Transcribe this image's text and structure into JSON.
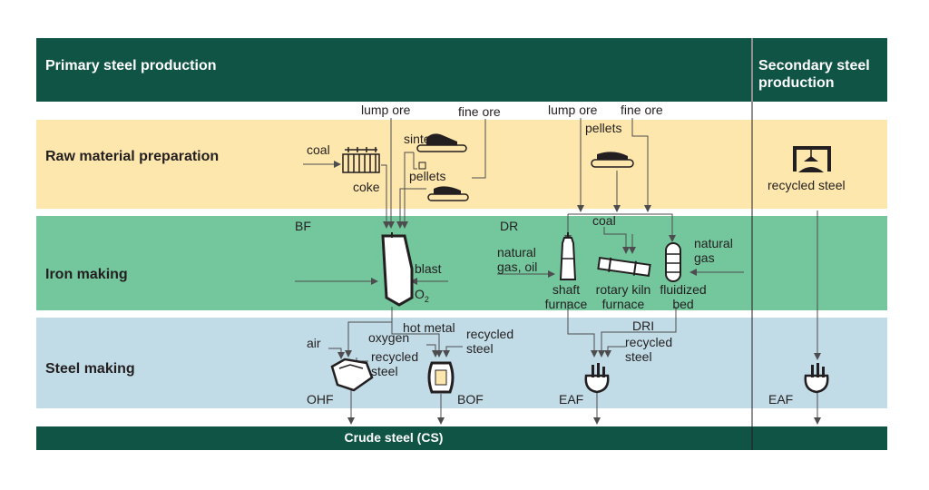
{
  "header": {
    "primary": "Primary steel production",
    "secondary": "Secondary steel production"
  },
  "rows": {
    "raw": "Raw material preparation",
    "iron": "Iron making",
    "steel": "Steel making"
  },
  "footer": {
    "label": "Crude steel (CS)"
  },
  "labels": {
    "lump_ore_1": "lump ore",
    "fine_ore_1": "fine ore",
    "coal_1": "coal",
    "coke": "coke",
    "sinter": "sinter",
    "pellets_1": "pellets",
    "lump_ore_2": "lump ore",
    "fine_ore_2": "fine ore",
    "pellets_2": "pellets",
    "recycled_steel_sec": "recycled steel",
    "bf": "BF",
    "blast": "blast",
    "o2_base": "O",
    "o2_sub": "2",
    "dr": "DR",
    "natural_gas_oil": "natural gas, oil",
    "coal_2": "coal",
    "natural_gas": "natural gas",
    "shaft_furnace": "shaft furnace",
    "rotary_kiln_furnace": "rotary kiln furnace",
    "fluidized_bed": "fluidized bed",
    "hot_metal": "hot metal",
    "air": "air",
    "oxygen": "oxygen",
    "recycled_steel_1": "recycled steel",
    "recycled_steel_2": "recycled steel",
    "dri": "DRI",
    "recycled_steel_3": "recycled steel",
    "ohf": "OHF",
    "bof": "BOF",
    "eaf_1": "EAF",
    "eaf_2": "EAF"
  },
  "colors": {
    "header_green": "#0f5445",
    "raw_band": "#fde7ad",
    "iron_band": "#74c69d",
    "steel_band": "#c1dce7",
    "line": "#4d4d4f"
  }
}
